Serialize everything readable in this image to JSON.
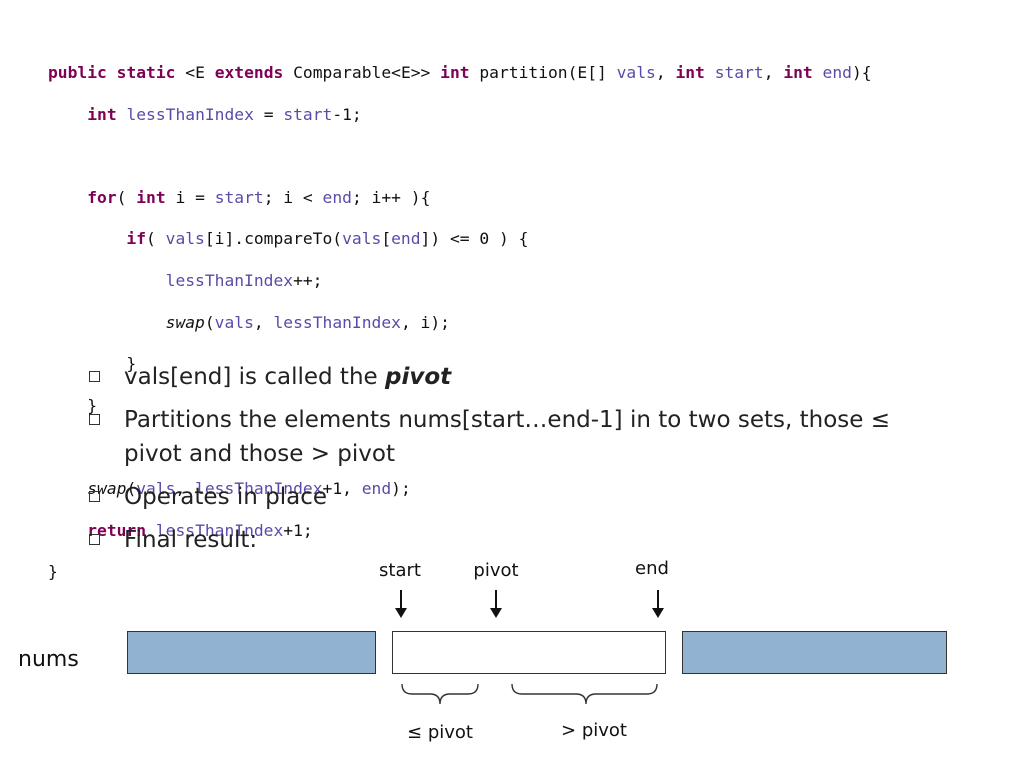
{
  "code": {
    "line1": {
      "kw1": "public",
      "kw2": "static",
      "t1": " <E ",
      "kw3": "extends",
      "t2": " Comparable<E>> ",
      "kw4": "int",
      "t3": " partition(E[] ",
      "v1": "vals",
      "t4": ", ",
      "kw5": "int",
      "t5": " ",
      "v2": "start",
      "t6": ", ",
      "kw6": "int",
      "t7": " ",
      "v3": "end",
      "t8": "){"
    },
    "line2": {
      "ind": "    ",
      "kw1": "int",
      "t1": " ",
      "v1": "lessThanIndex",
      "t2": " = ",
      "v2": "start",
      "t3": "-1;"
    },
    "line4": {
      "ind": "    ",
      "kw1": "for",
      "t1": "( ",
      "kw2": "int",
      "t2": " i = ",
      "v1": "start",
      "t3": "; i < ",
      "v2": "end",
      "t4": "; i++ ){"
    },
    "line5": {
      "ind": "        ",
      "kw1": "if",
      "t1": "( ",
      "v1": "vals",
      "t2": "[i].compareTo(",
      "v2": "vals",
      "t3": "[",
      "v3": "end",
      "t4": "]) <= 0 ) {"
    },
    "line6": {
      "ind": "            ",
      "v1": "lessThanIndex",
      "t1": "++;"
    },
    "line7": {
      "ind": "            ",
      "fn": "swap",
      "t1": "(",
      "v1": "vals",
      "t2": ", ",
      "v2": "lessThanIndex",
      "t3": ", i);"
    },
    "line8": {
      "t1": "        }"
    },
    "line9": {
      "t1": "    }"
    },
    "line11": {
      "ind": "    ",
      "fn": "swap",
      "t1": "(",
      "v1": "vals",
      "t2": ", ",
      "v2": "lessThanIndex",
      "t3": "+1, ",
      "v3": "end",
      "t4": ");"
    },
    "line12": {
      "ind": "    ",
      "kw1": "return",
      "t1": " ",
      "v1": "lessThanIndex",
      "t2": "+1;"
    },
    "line13": {
      "t1": "}"
    }
  },
  "bullets": {
    "b1_prefix": "vals[end] is called the ",
    "b1_emph": "pivot",
    "b2": "Partitions the elements nums[start…end-1] in to two sets, those ≤ pivot and those > pivot",
    "b3": "Operates in place",
    "b4": "Final result:"
  },
  "diagram": {
    "start_label": "start",
    "pivot_label": "pivot",
    "end_label": "end",
    "array_label": "nums",
    "le_pivot_label": "≤ pivot",
    "gt_pivot_label": "> pivot"
  },
  "colors": {
    "keyword": "#7f0055",
    "variable": "#5a4ba8",
    "array_fill": "#92b2d1"
  }
}
